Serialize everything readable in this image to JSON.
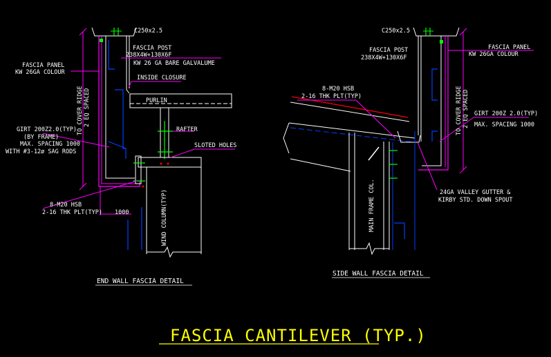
{
  "colors": {
    "background": "#000000",
    "text": "#ffffff",
    "magenta": "#ff00ff",
    "blue": "#0040ff",
    "green": "#00ff00",
    "red": "#ff0000",
    "yellow": "#ffff00",
    "cyan": "#00ffff"
  },
  "end_wall": {
    "c_section": "C250x2.5",
    "fascia_post_1": "FASCIA POST",
    "fascia_post_2": "238X4W+130X6F",
    "sheet": "KW 26 GA BARE GALVALUME",
    "fascia_panel_1": "FASCIA PANEL",
    "fascia_panel_2": "KW 26GA COLOUR",
    "inside_closure": "INSIDE CLOSURE",
    "purlin": "PURLIN",
    "rafter": "RAFTER",
    "slotted_holes": "SLOTED HOLES",
    "cover_ridge_1": "TO COVER RIDGE",
    "cover_ridge_2": "2 EQ SPACED",
    "girt_1": "GIRT 200Z2.0(TYP)",
    "girt_2": "(BY FRAME)",
    "girt_3": "MAX. SPACING 1000",
    "girt_4": "WITH #3-12ø SAG RODS",
    "hsb_1": "8-M20 HSB",
    "hsb_2": "2-16 THK PLT(TYP)",
    "dim": "1000",
    "wind_column": "WIND COLUMN(TYP)",
    "caption": "END WALL FASCIA DETAIL"
  },
  "side_wall": {
    "c_section": "C250x2.5",
    "fascia_post_1": "FASCIA POST",
    "fascia_post_2": "238X4W+130X6F",
    "fascia_panel_1": "FASCIA PANEL",
    "fascia_panel_2": "KW 26GA COLOUR",
    "hsb_1": "8-M20 HSB",
    "hsb_2": "2-16 THK PLT(TYP)",
    "cover_ridge_1": "TO COVER RIDGE",
    "cover_ridge_2": "2 EQ SPACED",
    "girt_1": "GIRT 200Z 2.0(TYP)",
    "girt_2": "MAX. SPACING 1000",
    "gutter_1": "24GA VALLEY GUTTER &",
    "gutter_2": "KIRBY STD. DOWN SPOUT",
    "main_frame": "MAIN FRAME COL.",
    "caption": "SIDE WALL FASCIA DETAIL"
  },
  "title": "FASCIA CANTILEVER (TYP.)"
}
